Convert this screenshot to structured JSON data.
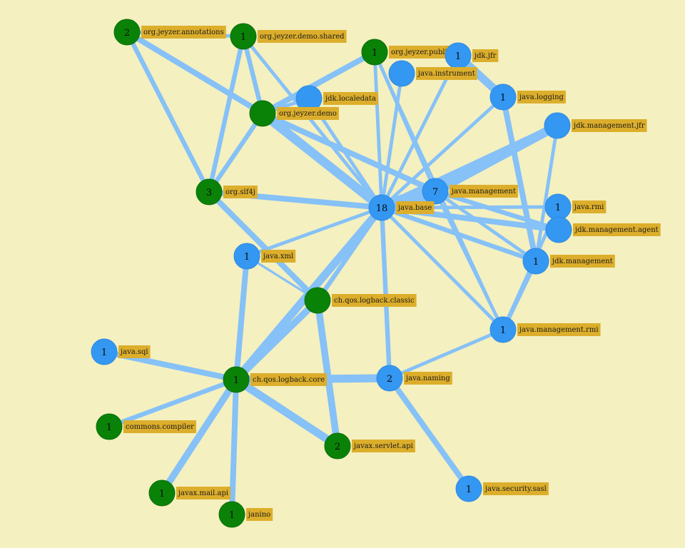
{
  "colors": {
    "background": "#f4f0c0",
    "edge": "#86c1f7",
    "external_module": "#0a8208",
    "jdk_module": "#3497f2",
    "label_background": "#dcae2b"
  },
  "nodes": [
    {
      "id": "org.jeyzer.annotations",
      "label": "org.jeyzer.annotations",
      "count": "2",
      "kind": "external"
    },
    {
      "id": "org.jeyzer.demo.shared",
      "label": "org.jeyzer.demo.shared",
      "count": "1",
      "kind": "external"
    },
    {
      "id": "org.jeyzer.publish",
      "label": "org.jeyzer.publish",
      "count": "1",
      "kind": "external"
    },
    {
      "id": "jdk.jfr",
      "label": "jdk.jfr",
      "count": "1",
      "kind": "jdk"
    },
    {
      "id": "java.instrument",
      "label": "java.instrument",
      "count": "",
      "kind": "jdk"
    },
    {
      "id": "jdk.localedata",
      "label": "jdk.localedata",
      "count": "",
      "kind": "jdk"
    },
    {
      "id": "java.logging",
      "label": "java.logging",
      "count": "1",
      "kind": "jdk"
    },
    {
      "id": "org.jeyzer.demo",
      "label": "org.jeyzer.demo",
      "count": "",
      "kind": "external"
    },
    {
      "id": "jdk.management.jfr",
      "label": "jdk.management.jfr",
      "count": "",
      "kind": "jdk"
    },
    {
      "id": "org.slf4j",
      "label": "org.slf4j",
      "count": "3",
      "kind": "external"
    },
    {
      "id": "java.management",
      "label": "java.management",
      "count": "7",
      "kind": "jdk"
    },
    {
      "id": "java.base",
      "label": "java.base",
      "count": "18",
      "kind": "jdk"
    },
    {
      "id": "java.rmi",
      "label": "java.rmi",
      "count": "1",
      "kind": "jdk"
    },
    {
      "id": "jdk.management.agent",
      "label": "jdk.management.agent",
      "count": "",
      "kind": "jdk"
    },
    {
      "id": "java.xml",
      "label": "java.xml",
      "count": "1",
      "kind": "jdk"
    },
    {
      "id": "jdk.management",
      "label": "jdk.management",
      "count": "1",
      "kind": "jdk"
    },
    {
      "id": "ch.qos.logback.classic",
      "label": "ch.qos.logback.classic",
      "count": "",
      "kind": "external"
    },
    {
      "id": "java.management.rmi",
      "label": "java.management.rmi",
      "count": "1",
      "kind": "jdk"
    },
    {
      "id": "java.sql",
      "label": "java.sql",
      "count": "1",
      "kind": "jdk"
    },
    {
      "id": "ch.qos.logback.core",
      "label": "ch.qos.logback.core",
      "count": "1",
      "kind": "external"
    },
    {
      "id": "java.naming",
      "label": "java.naming",
      "count": "2",
      "kind": "jdk"
    },
    {
      "id": "commons.compiler",
      "label": "commons.compiler",
      "count": "1",
      "kind": "external"
    },
    {
      "id": "javax.servlet.api",
      "label": "javax.servlet.api",
      "count": "2",
      "kind": "external"
    },
    {
      "id": "java.security.sasl",
      "label": "java.security.sasl",
      "count": "1",
      "kind": "jdk"
    },
    {
      "id": "javax.mail.api",
      "label": "javax.mail.api",
      "count": "1",
      "kind": "external"
    },
    {
      "id": "janino",
      "label": "janino",
      "count": "1",
      "kind": "external"
    }
  ],
  "edges": [
    {
      "from": "org.jeyzer.annotations",
      "to": "org.jeyzer.demo",
      "weight": 5
    },
    {
      "from": "org.jeyzer.annotations",
      "to": "org.jeyzer.demo.shared",
      "weight": 3
    },
    {
      "from": "org.jeyzer.demo.shared",
      "to": "org.jeyzer.demo",
      "weight": 4
    },
    {
      "from": "org.jeyzer.demo.shared",
      "to": "org.slf4j",
      "weight": 4
    },
    {
      "from": "org.jeyzer.demo.shared",
      "to": "java.base",
      "weight": 3
    },
    {
      "from": "org.jeyzer.publish",
      "to": "org.jeyzer.demo",
      "weight": 5
    },
    {
      "from": "org.jeyzer.publish",
      "to": "java.base",
      "weight": 3
    },
    {
      "from": "org.jeyzer.publish",
      "to": "java.management",
      "weight": 3
    },
    {
      "from": "org.jeyzer.publish",
      "to": "java.management.rmi",
      "weight": 2
    },
    {
      "from": "org.jeyzer.demo",
      "to": "org.slf4j",
      "weight": 4
    },
    {
      "from": "org.jeyzer.demo",
      "to": "java.base",
      "weight": 8
    },
    {
      "from": "org.jeyzer.demo",
      "to": "java.management",
      "weight": 5
    },
    {
      "from": "org.slf4j",
      "to": "java.base",
      "weight": 5
    },
    {
      "from": "org.slf4j",
      "to": "ch.qos.logback.classic",
      "weight": 5
    },
    {
      "from": "org.jeyzer.annotations",
      "to": "org.slf4j",
      "weight": 4
    },
    {
      "from": "jdk.jfr",
      "to": "java.logging",
      "weight": 7
    },
    {
      "from": "jdk.jfr",
      "to": "java.base",
      "weight": 3
    },
    {
      "from": "java.instrument",
      "to": "java.base",
      "weight": 3
    },
    {
      "from": "jdk.localedata",
      "to": "java.base",
      "weight": 3
    },
    {
      "from": "java.logging",
      "to": "java.base",
      "weight": 3
    },
    {
      "from": "java.logging",
      "to": "jdk.management",
      "weight": 5
    },
    {
      "from": "jdk.management.jfr",
      "to": "java.base",
      "weight": 6
    },
    {
      "from": "jdk.management.jfr",
      "to": "java.management",
      "weight": 8
    },
    {
      "from": "jdk.management.jfr",
      "to": "jdk.management",
      "weight": 3
    },
    {
      "from": "java.management",
      "to": "java.base",
      "weight": 12
    },
    {
      "from": "java.management",
      "to": "jdk.management",
      "weight": 3
    },
    {
      "from": "java.management",
      "to": "java.management.rmi",
      "weight": 3
    },
    {
      "from": "java.rmi",
      "to": "java.base",
      "weight": 3
    },
    {
      "from": "java.rmi",
      "to": "java.management.rmi",
      "weight": 3
    },
    {
      "from": "jdk.management.agent",
      "to": "java.base",
      "weight": 5
    },
    {
      "from": "jdk.management.agent",
      "to": "java.management",
      "weight": 4
    },
    {
      "from": "jdk.management",
      "to": "java.base",
      "weight": 4
    },
    {
      "from": "jdk.management",
      "to": "java.management.rmi",
      "weight": 4
    },
    {
      "from": "java.xml",
      "to": "java.base",
      "weight": 3
    },
    {
      "from": "java.xml",
      "to": "ch.qos.logback.core",
      "weight": 5
    },
    {
      "from": "java.xml",
      "to": "ch.qos.logback.classic",
      "weight": 2
    },
    {
      "from": "ch.qos.logback.classic",
      "to": "java.base",
      "weight": 4
    },
    {
      "from": "ch.qos.logback.classic",
      "to": "ch.qos.logback.core",
      "weight": 6
    },
    {
      "from": "ch.qos.logback.classic",
      "to": "javax.servlet.api",
      "weight": 6
    },
    {
      "from": "java.management.rmi",
      "to": "java.base",
      "weight": 3
    },
    {
      "from": "java.management.rmi",
      "to": "java.naming",
      "weight": 3
    },
    {
      "from": "java.naming",
      "to": "java.base",
      "weight": 4
    },
    {
      "from": "java.naming",
      "to": "java.security.sasl",
      "weight": 5
    },
    {
      "from": "java.sql",
      "to": "ch.qos.logback.core",
      "weight": 5
    },
    {
      "from": "ch.qos.logback.core",
      "to": "java.base",
      "weight": 7
    },
    {
      "from": "ch.qos.logback.core",
      "to": "java.naming",
      "weight": 7
    },
    {
      "from": "ch.qos.logback.core",
      "to": "commons.compiler",
      "weight": 4
    },
    {
      "from": "ch.qos.logback.core",
      "to": "javax.servlet.api",
      "weight": 7
    },
    {
      "from": "ch.qos.logback.core",
      "to": "javax.mail.api",
      "weight": 6
    },
    {
      "from": "ch.qos.logback.core",
      "to": "janino",
      "weight": 5
    },
    {
      "from": "org.jeyzer.demo",
      "to": "jdk.localedata",
      "weight": 3
    }
  ]
}
